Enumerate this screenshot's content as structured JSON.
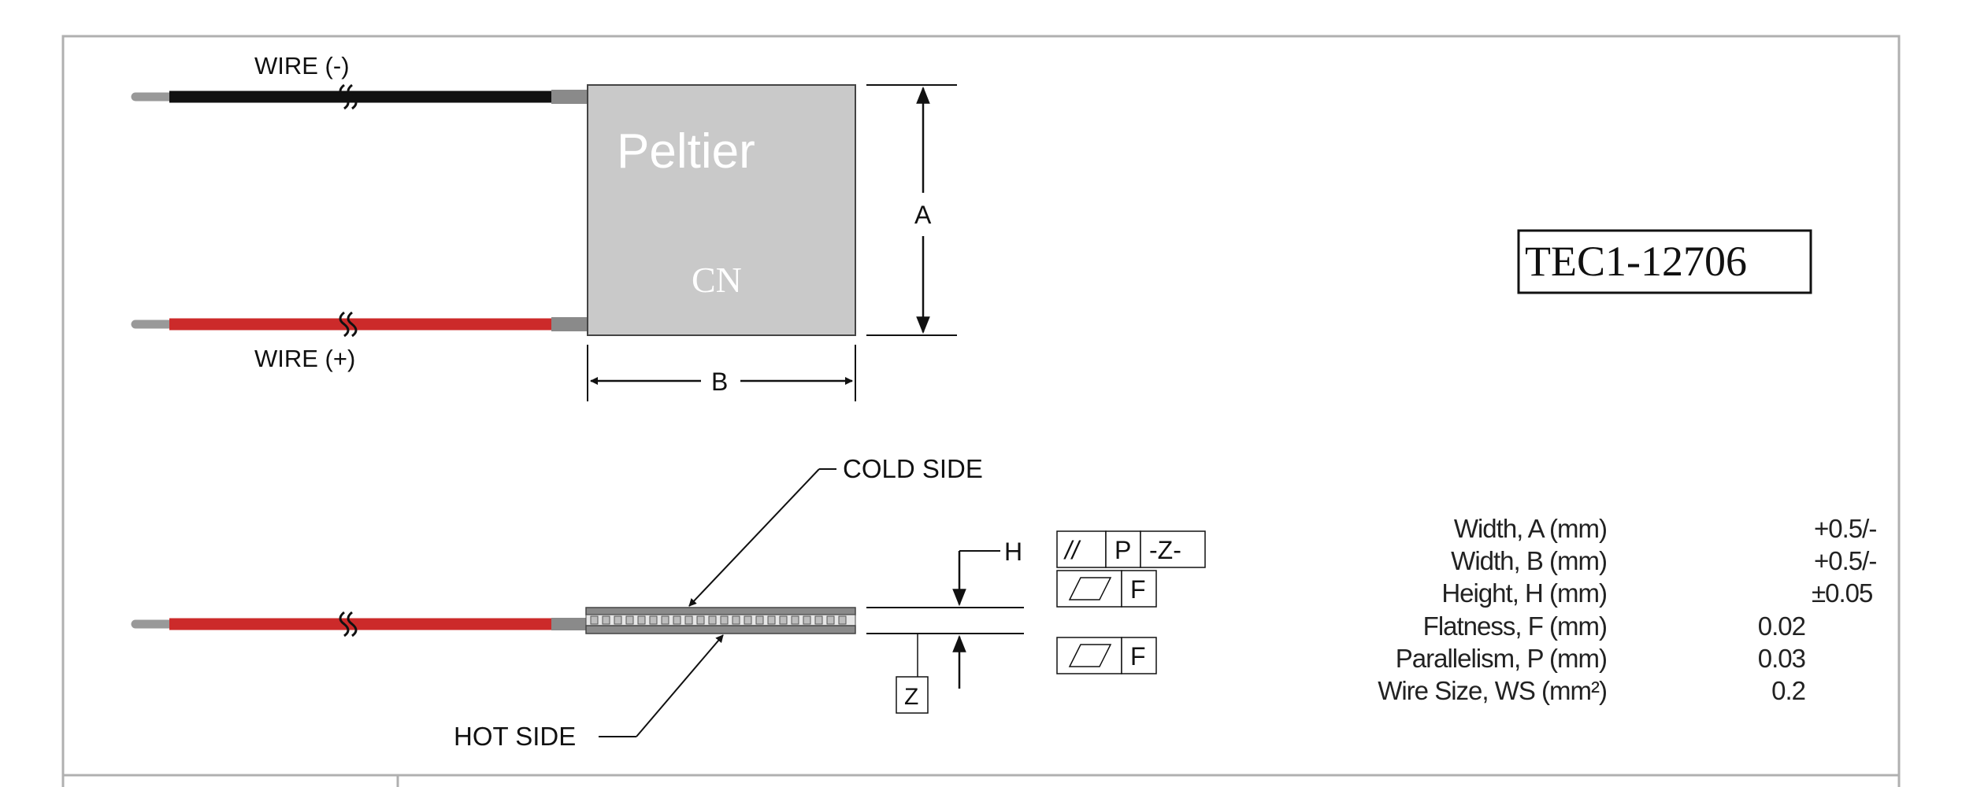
{
  "module": {
    "brand": "Peltier",
    "origin": "CN",
    "model": "TEC1-12706"
  },
  "wires": {
    "negative_label": "WIRE (-)",
    "positive_label": "WIRE (+)",
    "negative_color": "#111111",
    "positive_color": "#cc2a2a"
  },
  "dimensions": {
    "a_label": "A",
    "b_label": "B",
    "h_label": "H",
    "z_label": "Z"
  },
  "sides": {
    "cold_label": "COLD SIDE",
    "hot_label": "HOT SIDE"
  },
  "tolerance_frames": {
    "parallel_symbol": "//",
    "p_label": "P",
    "z_ref": "-Z-",
    "f_label": "F"
  },
  "spec_table": [
    {
      "name": "Width, A (mm)",
      "value": "",
      "tolerance": "+0.5/-"
    },
    {
      "name": "Width, B (mm)",
      "value": "",
      "tolerance": "+0.5/-"
    },
    {
      "name": "Height, H (mm)",
      "value": "",
      "tolerance": "±0.05"
    },
    {
      "name": "Flatness, F (mm)",
      "value": "0.02",
      "tolerance": ""
    },
    {
      "name": "Parallelism, P (mm)",
      "value": "0.03",
      "tolerance": ""
    },
    {
      "name": "Wire Size, WS (mm²)",
      "value": "0.2",
      "tolerance": ""
    }
  ],
  "colors": {
    "module_fill": "#c9c9c9",
    "plate_fill": "#8a8a8a",
    "frame_line": "#b0b0b0"
  }
}
